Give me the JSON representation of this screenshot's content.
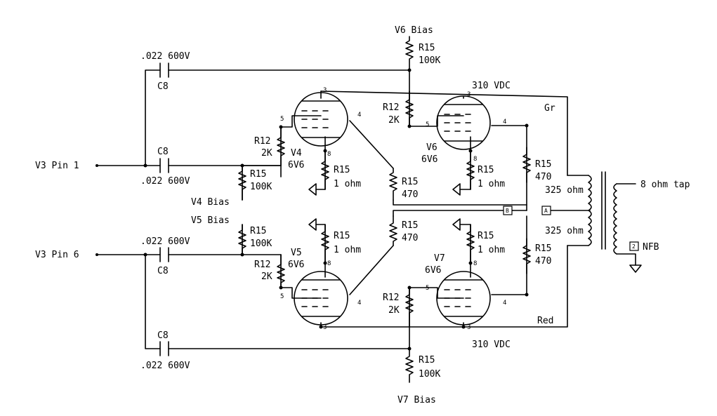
{
  "inputs": {
    "v3_pin1": "V3 Pin 1",
    "v3_pin6": "V3 Pin 6"
  },
  "caps": {
    "c_top": {
      "ref": "C8",
      "value": ".022 600V"
    },
    "c_in1": {
      "ref": "C8",
      "value": ".022 600V"
    },
    "c_in2": {
      "ref": "C8",
      "value": ".022 600V"
    },
    "c_bot": {
      "ref": "C8",
      "value": ".022 600V"
    }
  },
  "resistors": {
    "r15_v6bias": {
      "ref": "R15",
      "value": "100K"
    },
    "r15_v4bias": {
      "ref": "R15",
      "value": "100K"
    },
    "r15_v5bias": {
      "ref": "R15",
      "value": "100K"
    },
    "r15_v7bias": {
      "ref": "R15",
      "value": "100K"
    },
    "r12_v4": {
      "ref": "R12",
      "value": "2K"
    },
    "r12_v6": {
      "ref": "R12",
      "value": "2K"
    },
    "r12_v5": {
      "ref": "R12",
      "value": "2K"
    },
    "r12_v7": {
      "ref": "R12",
      "value": "2K"
    },
    "r15_cath_v4": {
      "ref": "R15",
      "value": "1 ohm"
    },
    "r15_cath_v6": {
      "ref": "R15",
      "value": "1 ohm"
    },
    "r15_cath_v5": {
      "ref": "R15",
      "value": "1 ohm"
    },
    "r15_cath_v7": {
      "ref": "R15",
      "value": "1 ohm"
    },
    "r15_sg_v4": {
      "ref": "R15",
      "value": "470"
    },
    "r15_sg_v6": {
      "ref": "R15",
      "value": "470"
    },
    "r15_sg_v5": {
      "ref": "R15",
      "value": "470"
    },
    "r15_sg_v7": {
      "ref": "R15",
      "value": "470"
    }
  },
  "tubes": {
    "v4": {
      "ref": "V4",
      "type": "6V6"
    },
    "v5": {
      "ref": "V5",
      "type": "6V6"
    },
    "v6": {
      "ref": "V6",
      "type": "6V6"
    },
    "v7": {
      "ref": "V7",
      "type": "6V6"
    }
  },
  "pins": {
    "p3": "3",
    "p4": "4",
    "p5": "5",
    "p8": "8"
  },
  "bias": {
    "v6": "V6 Bias",
    "v4": "V4 Bias",
    "v5": "V5 Bias",
    "v7": "V7 Bias"
  },
  "supply": {
    "top": "310 VDC",
    "bottom": "310 VDC"
  },
  "wires": {
    "gr": "Gr",
    "red": "Red"
  },
  "transformer": {
    "primary_top": "325 ohm",
    "primary_bottom": "325 ohm",
    "tap_8ohm": "8 ohm tap",
    "nfb": "NFB",
    "box_b": "B",
    "box_a": "A",
    "box_2": "2"
  }
}
